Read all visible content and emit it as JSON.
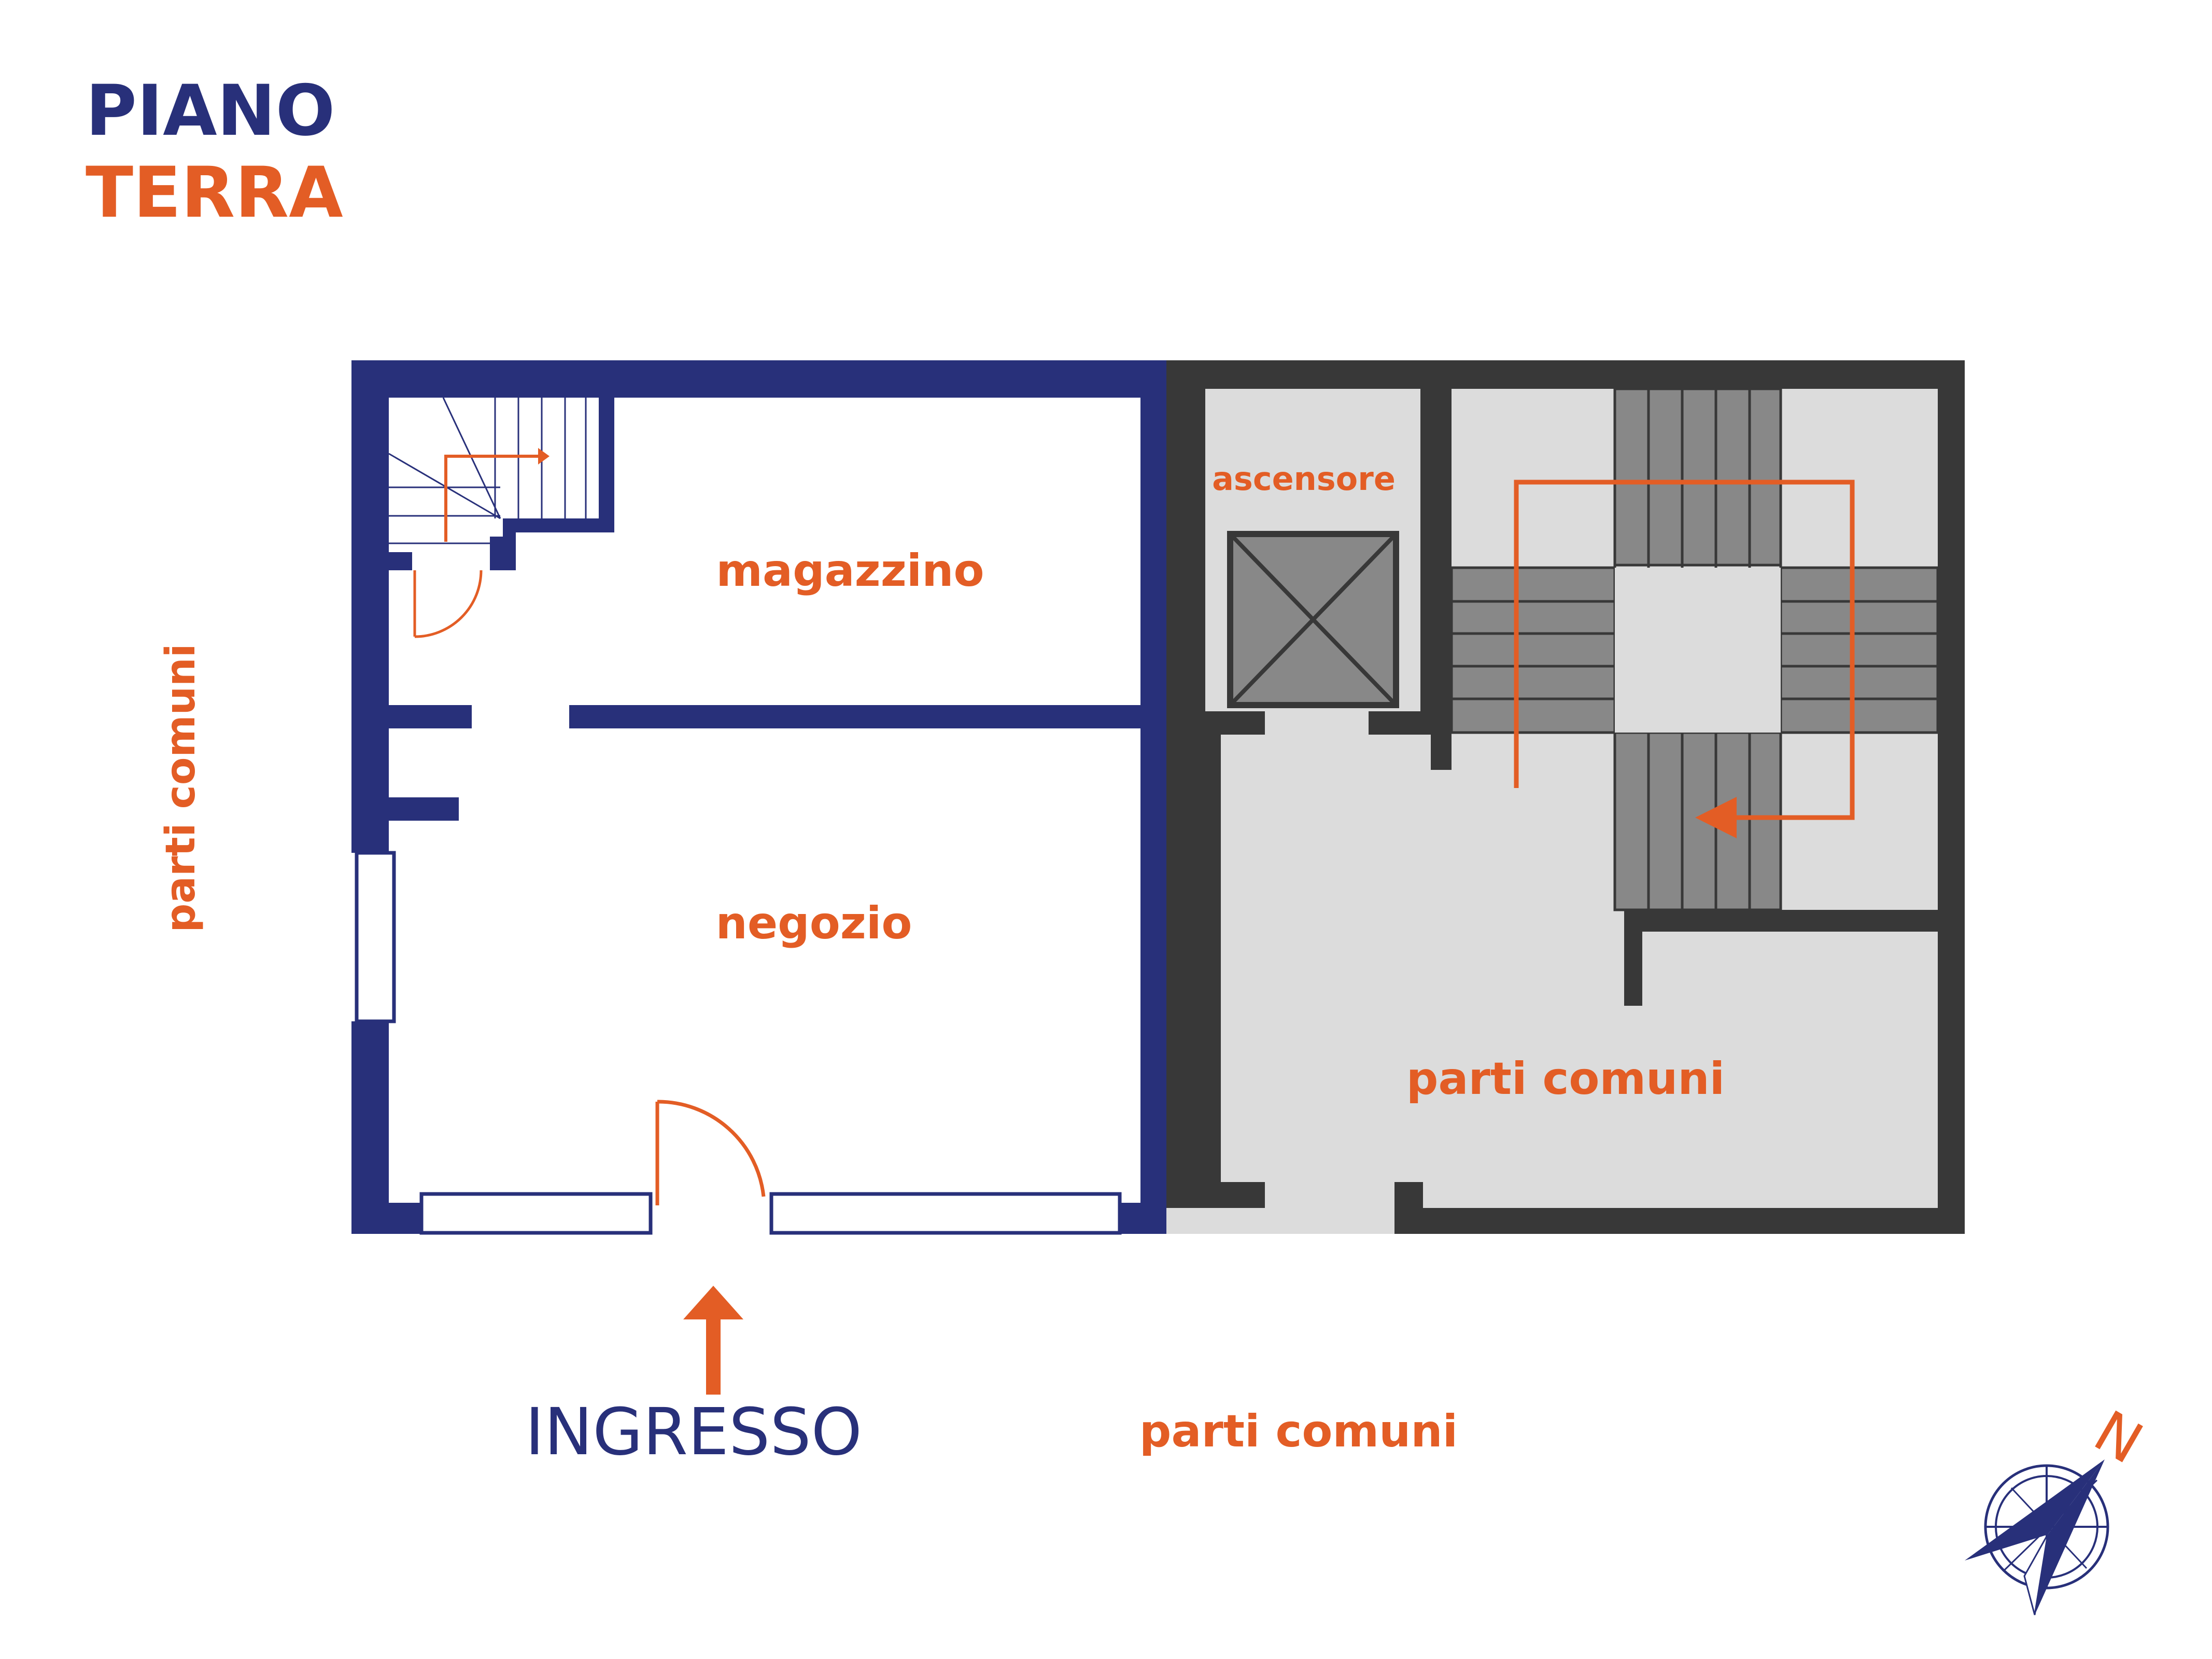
{
  "title": {
    "line1": "PIANO",
    "line2": "TERRA"
  },
  "rooms": {
    "magazzino": "magazzino",
    "negozio": "negozio",
    "ascensore": "ascensore",
    "parti_comuni_inside": "parti comuni",
    "parti_comuni_left": "parti comuni",
    "parti_comuni_bottom": "parti comuni"
  },
  "entrance": {
    "label": "INGRESSO"
  },
  "compass": {
    "north_label": "N"
  },
  "colors": {
    "navy": "#28307a",
    "orange": "#e35d25",
    "dark_wall": "#383838",
    "common_floor": "#dcdcdc",
    "stairs": "#888888"
  },
  "icons": {
    "elevator": "elevator-icon",
    "compass": "compass-icon",
    "entrance_arrow": "arrow-up-icon"
  }
}
